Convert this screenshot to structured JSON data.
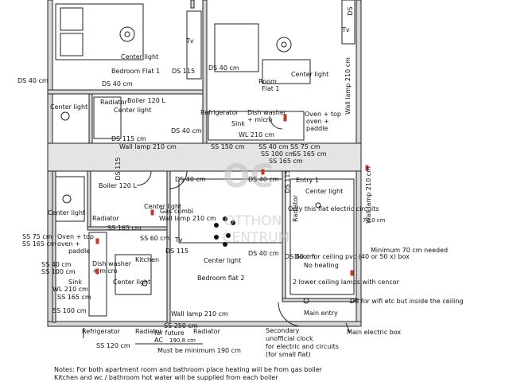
{
  "labels": {
    "center_light": "Center light",
    "bedroom_flat1": "Bedroom Flat 1",
    "room_flat1_line1": "Room",
    "room_flat1_line2": "Flat 1",
    "tv": "Tv",
    "ds40": "DS 40 cm",
    "ds115": "DS 115",
    "ds60": "DS 60 cm",
    "boiler120": "Boiler 120 L",
    "radiator": "Radiator",
    "refrigerator": "Refrigerator",
    "dishwasher_micro_1": "Dish washer",
    "dishwasher_micro_2": "+ micro",
    "sink": "Sink",
    "oven_top_1": "Oven + top",
    "oven_top_2": "oven +",
    "oven_top_3": "paddle",
    "wl210": "WL 210 cm",
    "ds115cm": "DS 115 cm",
    "wall_lamp210": "Wall lamp 210 cm",
    "ss150": "SS 150 cm",
    "ss40": "SS 40 cm",
    "ss75": "SS 75 cm",
    "ss100": "SS 100 cm",
    "ss165": "SS 165 cm",
    "ss165b": "SS 165 cm",
    "ss60": "SS 60 cm",
    "ss120": "SS 120 cm",
    "ss250": "SS 250 cm",
    "gas_combi": "Gas combi",
    "kitchen": "Kitchen",
    "bedroom_flat2": "Bedroom flat 2",
    "entry1": "Entry 1",
    "only_this_flat": "Only this flat electric circuits",
    "door_ceiling": "Door for ceiling pvc (40 or 50 x) box",
    "no_heating": "No heating",
    "two_lamps": "2 lower ceiling lamps with cencor",
    "ds_wifi": "DS for wifi etc but inside the ceiling",
    "min70": "Minimum 70 cm needed",
    "seventy": "70,0 cm",
    "main_entry": "Main entry",
    "main_electric": "Main electric box",
    "secondary_1": "Secondary",
    "secondary_2": "unofficial clock",
    "secondary_3": "for electric and circuits",
    "secondary_4": "(for small flat)",
    "future_ac_1": "for future",
    "future_ac_2": "AC",
    "dim190": "190,8 cm",
    "must_190": "Must be minimum 190 cm",
    "wall_lamp_vert": "Wall lamp 210 cm",
    "ds_vert": "DS",
    "ds115_vert": "DS 115"
  },
  "watermark": {
    "mark": "OC",
    "line1": "OTTHON",
    "line2": "CENTRUM"
  },
  "notes": {
    "line1": "Notes: For both apartment room and bathroom place heating will be from gas boiler",
    "line2": "Kitchen and wc / bathroom hot water will be supplied from each boiler"
  },
  "colors": {
    "wall": "#d6d6d6",
    "line": "#222222",
    "red_marker": "#c0392b",
    "watermark": "#bfbfbf"
  }
}
